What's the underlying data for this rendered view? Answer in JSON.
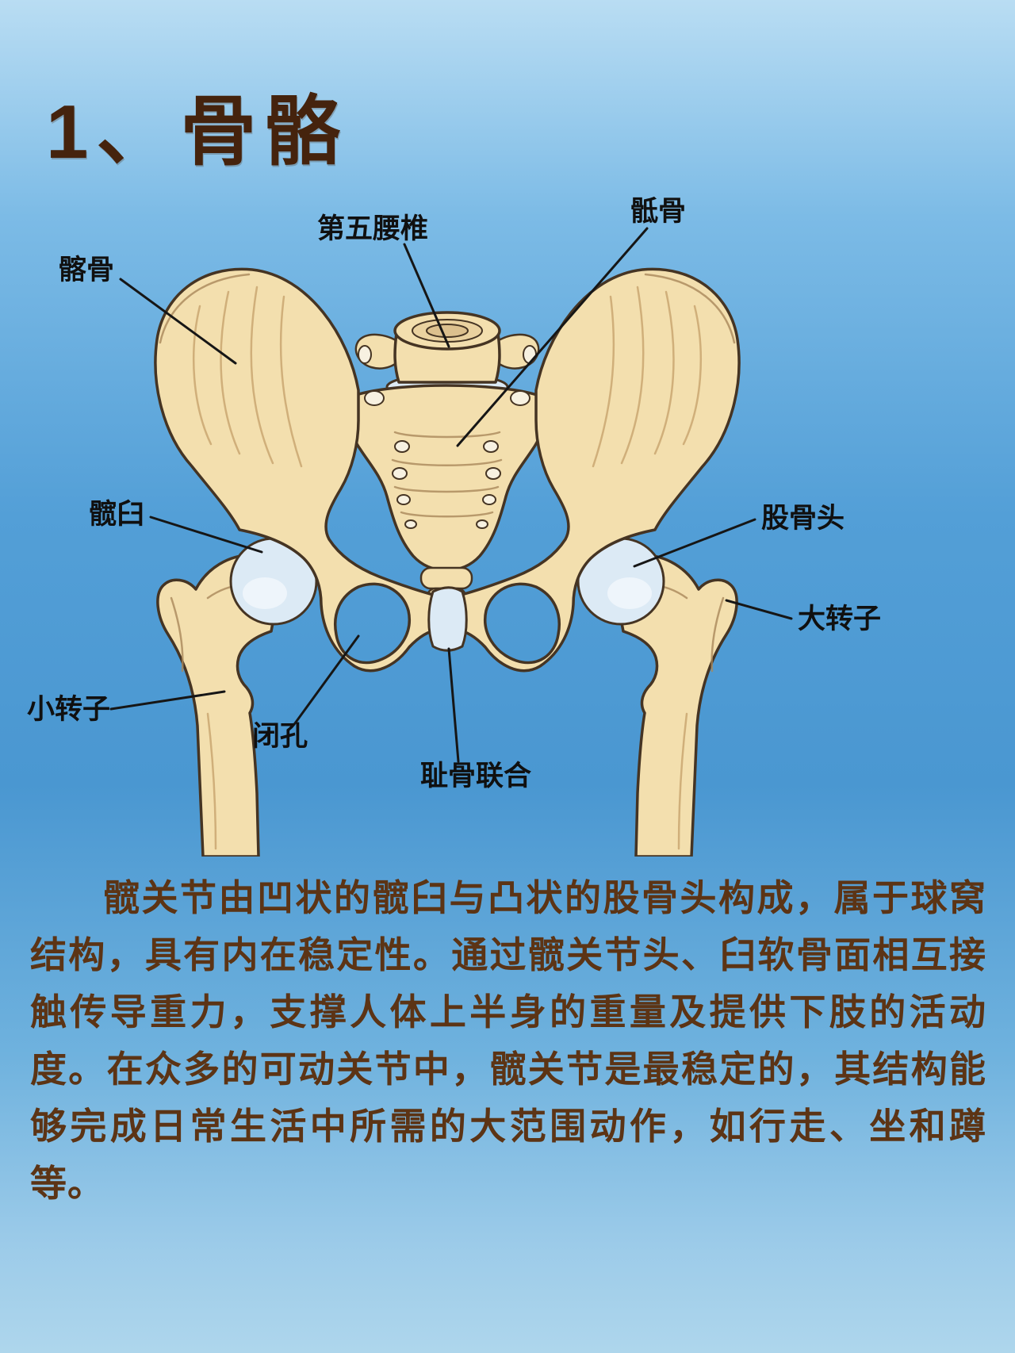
{
  "page": {
    "title": "1、骨骼"
  },
  "diagram": {
    "description": "正面骨盆与髋关节解剖示意图",
    "labels": [
      {
        "id": "ilium",
        "text": "髂骨"
      },
      {
        "id": "fifth-lumbar-vertebra",
        "text": "第五腰椎"
      },
      {
        "id": "sacrum",
        "text": "骶骨"
      },
      {
        "id": "acetabulum",
        "text": "髋臼"
      },
      {
        "id": "femoral-head",
        "text": "股骨头"
      },
      {
        "id": "greater-trochanter",
        "text": "大转子"
      },
      {
        "id": "lesser-trochanter",
        "text": "小转子"
      },
      {
        "id": "obturator-foramen",
        "text": "闭孔"
      },
      {
        "id": "pubic-symphysis",
        "text": "耻骨联合"
      }
    ]
  },
  "body": {
    "paragraph": "髋关节由凹状的髋臼与凸状的股骨头构成，属于球窝结构，具有内在稳定性。通过髋关节头、臼软骨面相互接触传导重力，支撑人体上半身的重量及提供下肢的活动度。在众多的可动关节中，髋关节是最稳定的，其结构能够完成日常生活中所需的大范围动作，如行走、坐和蹲等。"
  },
  "colors": {
    "background_top": "#b9ddf3",
    "background_mid": "#4a97d1",
    "background_bottom": "#aed6ec",
    "bone_fill": "#f3dfae",
    "bone_outline": "#453423",
    "cartilage_fill": "#dceaf5",
    "label_text": "#101010",
    "title_text": "#45230d",
    "body_text": "#5c3415"
  }
}
